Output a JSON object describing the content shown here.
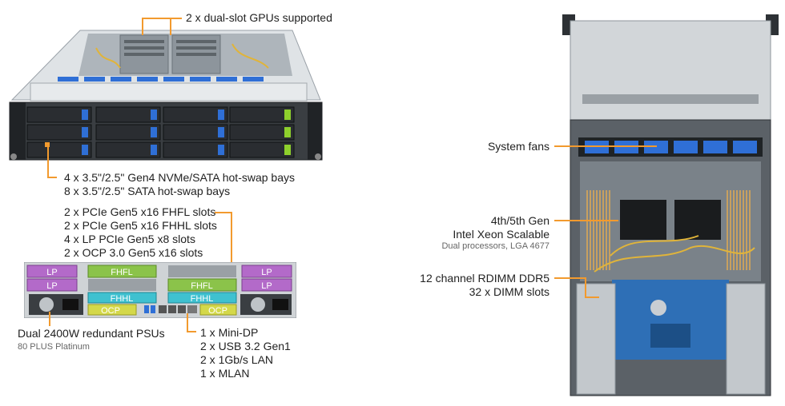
{
  "callouts": {
    "gpu": "2 x dual-slot GPUs supported",
    "bays": [
      "4 x 3.5\"/2.5\" Gen4 NVMe/SATA hot-swap bays",
      "8 x 3.5\"/2.5\" SATA hot-swap bays"
    ],
    "pcie": [
      "2 x PCIe Gen5 x16 FHFL slots",
      "2 x PCIe Gen5 x16 FHHL slots",
      "4 x LP PCIe Gen5 x8 slots",
      "2 x OCP 3.0 Gen5 x16 slots"
    ],
    "psu_title": "Dual 2400W redundant PSUs",
    "psu_sub": "80 PLUS Platinum",
    "io": [
      "1 x Mini-DP",
      "2 x USB 3.2 Gen1",
      "2 x 1Gb/s LAN",
      "1 x MLAN"
    ],
    "fans": "System fans",
    "cpu": [
      "4th/5th Gen",
      "Intel Xeon Scalable"
    ],
    "cpu_sub": "Dual processors, LGA 4677",
    "memory": [
      "12 channel RDIMM DDR5",
      "32 x DIMM slots"
    ]
  },
  "rear_slot_labels": {
    "lp": "LP",
    "fhfl": "FHFL",
    "fhhl": "FHHL",
    "ocp": "OCP"
  },
  "colors": {
    "accent": "#f29a2e",
    "lp": "#b36ac9",
    "fhfl": "#8bc34a",
    "fhhl": "#3fc1d0",
    "ocp": "#d4d84a",
    "chassis": "#c9ced3",
    "blue_tab": "#2f6fd6",
    "green_tab": "#8ed02c"
  }
}
